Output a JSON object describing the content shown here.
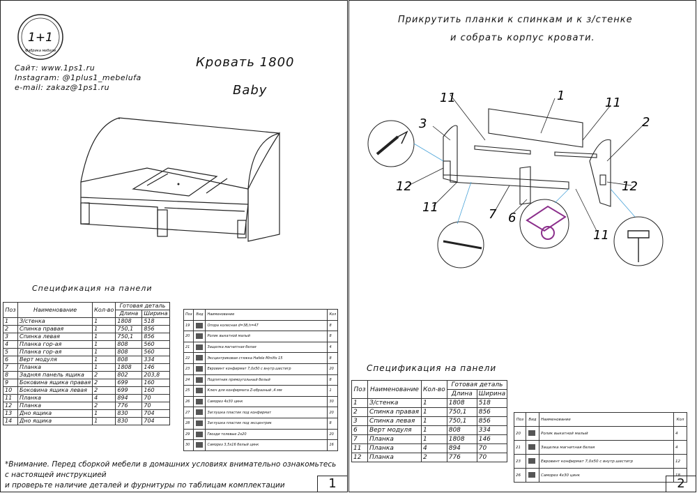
{
  "page1": {
    "logo_text": "1+1",
    "logo_caption": "Фабрика мебели",
    "site_lines": [
      "Сайт: www.1ps1.ru",
      "Instagram: @1plus1_mebelufa",
      "e-mail: zakaz@1ps1.ru"
    ],
    "title": "Кровать 1800",
    "subtitle": "Baby",
    "spec_title": "Спецификация на панели",
    "panels_table": {
      "headers": {
        "pos": "Поз",
        "name": "Наименование",
        "qty": "Кол-во",
        "group": "Готовая деталь",
        "length": "Длина",
        "width": "Ширина"
      },
      "rows": [
        [
          "1",
          "З/стенка",
          "1",
          "1808",
          "518"
        ],
        [
          "2",
          "Спинка правая",
          "1",
          "750,1",
          "856"
        ],
        [
          "3",
          "Спинка левая",
          "1",
          "750,1",
          "856"
        ],
        [
          "4",
          "Планка гор-ая",
          "1",
          "808",
          "560"
        ],
        [
          "5",
          "Планка гор-ая",
          "1",
          "808",
          "560"
        ],
        [
          "6",
          "Верт модуля",
          "1",
          "808",
          "334"
        ],
        [
          "7",
          "Планка",
          "1",
          "1808",
          "146"
        ],
        [
          "8",
          "Задняя панель ящика",
          "2",
          "802",
          "203,8"
        ],
        [
          "9",
          "Боковина ящика правая",
          "2",
          "699",
          "160"
        ],
        [
          "10",
          "Боковина ящика левая",
          "2",
          "699",
          "160"
        ],
        [
          "11",
          "Планка",
          "4",
          "894",
          "70"
        ],
        [
          "12",
          "Планка",
          "2",
          "776",
          "70"
        ],
        [
          "13",
          "Дно ящика",
          "1",
          "830",
          "704"
        ],
        [
          "14",
          "Дно ящика",
          "1",
          "830",
          "704"
        ]
      ]
    },
    "hardware_table": {
      "headers": {
        "pos": "Поз",
        "view": "Вид",
        "name": "Наименование",
        "qty": "Кол"
      },
      "rows": [
        [
          "19",
          "Опора колесная d=38,h=47",
          "8"
        ],
        [
          "20",
          "Ролик выкатной малый",
          "8"
        ],
        [
          "21",
          "Защелка магнитная белая",
          "4"
        ],
        [
          "22",
          "Эксцентриковая стяжка Hafele Minifix 15",
          "8"
        ],
        [
          "23",
          "Евровинт конфирмат 7,0х50 с внутр.шестигр",
          "20"
        ],
        [
          "24",
          "Подпятник прямоугольный белый",
          "8"
        ],
        [
          "25",
          "Ключ для конфирмата Z-образный ,4 мм",
          "1"
        ],
        [
          "26",
          "Саморез 4х30 цинк",
          "30"
        ],
        [
          "27",
          "Заглушка пластик под конфирмат",
          "20"
        ],
        [
          "28",
          "Заглушка пластик под эксцентрик",
          "8"
        ],
        [
          "29",
          "Гвозди толевые 2х20",
          "20"
        ],
        [
          "30",
          "Саморез 3,5х16 белый цинк",
          "16"
        ]
      ]
    },
    "warning_lines": [
      "*Внимание. Перед сборкой мебели в домашних условиях внимательно ознакомьтесь с настоящей инструкцией",
      "и проверьте наличие деталей и фурнитуры по таблицам комплектации"
    ],
    "page_number": "1"
  },
  "page2": {
    "instruction_lines": [
      "Прикрутить планки к спинкам и к з/стенке",
      "и собрать корпус кровати."
    ],
    "callouts": [
      "1",
      "2",
      "3",
      "6",
      "7",
      "11",
      "11",
      "11",
      "11",
      "12",
      "12"
    ],
    "spec_title": "Спецификация на панели",
    "panels_table": {
      "headers": {
        "pos": "Поз",
        "name": "Наименование",
        "qty": "Кол-во",
        "group": "Готовая деталь",
        "length": "Длина",
        "width": "Ширина"
      },
      "rows": [
        [
          "1",
          "З/стенка",
          "1",
          "1808",
          "518"
        ],
        [
          "2",
          "Спинка правая",
          "1",
          "750,1",
          "856"
        ],
        [
          "3",
          "Спинка левая",
          "1",
          "750,1",
          "856"
        ],
        [
          "6",
          "Верт модуля",
          "1",
          "808",
          "334"
        ],
        [
          "7",
          "Планка",
          "1",
          "1808",
          "146"
        ],
        [
          "11",
          "Планка",
          "4",
          "894",
          "70"
        ],
        [
          "12",
          "Планка",
          "2",
          "776",
          "70"
        ]
      ]
    },
    "hardware_table": {
      "headers": {
        "pos": "Поз",
        "view": "Вид",
        "name": "Наименование",
        "qty": "Кол"
      },
      "rows": [
        [
          "20",
          "Ролик выкатной малый",
          "4"
        ],
        [
          "21",
          "Защелка магнитная белая",
          "4"
        ],
        [
          "23",
          "Евровинт конфирмат 7,0х50 с внутр.шестигр",
          "12"
        ],
        [
          "26",
          "Саморез 4х30 цинк",
          "18"
        ]
      ]
    },
    "page_number": "2"
  },
  "colors": {
    "line": "#222222",
    "accent_purple": "#8b2f8b",
    "leader_blue": "#4aa3d8"
  }
}
